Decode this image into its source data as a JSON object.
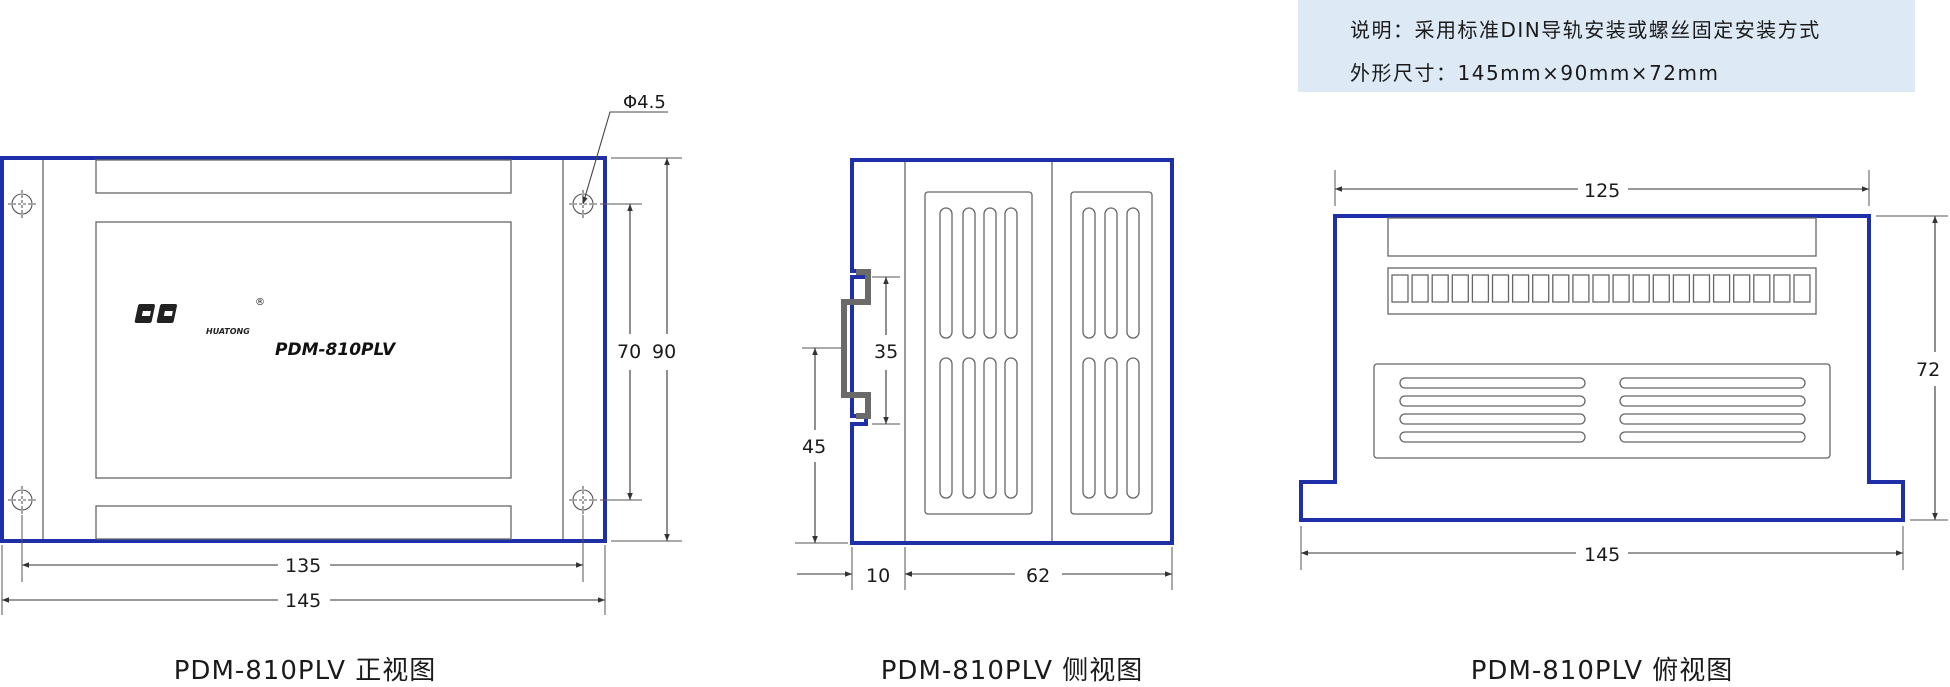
{
  "note": {
    "line1": "说明：采用标准DIN导轨安装或螺丝固定安装方式",
    "line2": "外形尺寸：145mm×90mm×72mm"
  },
  "front_view": {
    "caption": "PDM-810PLV 正视图",
    "brand": "HUATONG",
    "brand_mark": "®",
    "model": "PDM-810PLV",
    "hole_dim": "Φ4.5",
    "height_inner": "70",
    "height_outer": "90",
    "width_inner": "135",
    "width_outer": "145"
  },
  "side_view": {
    "caption": "PDM-810PLV 侧视图",
    "rail_dim": "35",
    "rail_offset": "45",
    "left_dim": "10",
    "body_dim": "62"
  },
  "top_view": {
    "caption": "PDM-810PLV 俯视图",
    "top_width": "125",
    "height": "72",
    "base_width": "145"
  },
  "colors": {
    "outline": "#1f2fa8",
    "line": "#555555",
    "text": "#1a1a1a",
    "note_bg": "#ddeaf6",
    "rail": "#666666"
  }
}
